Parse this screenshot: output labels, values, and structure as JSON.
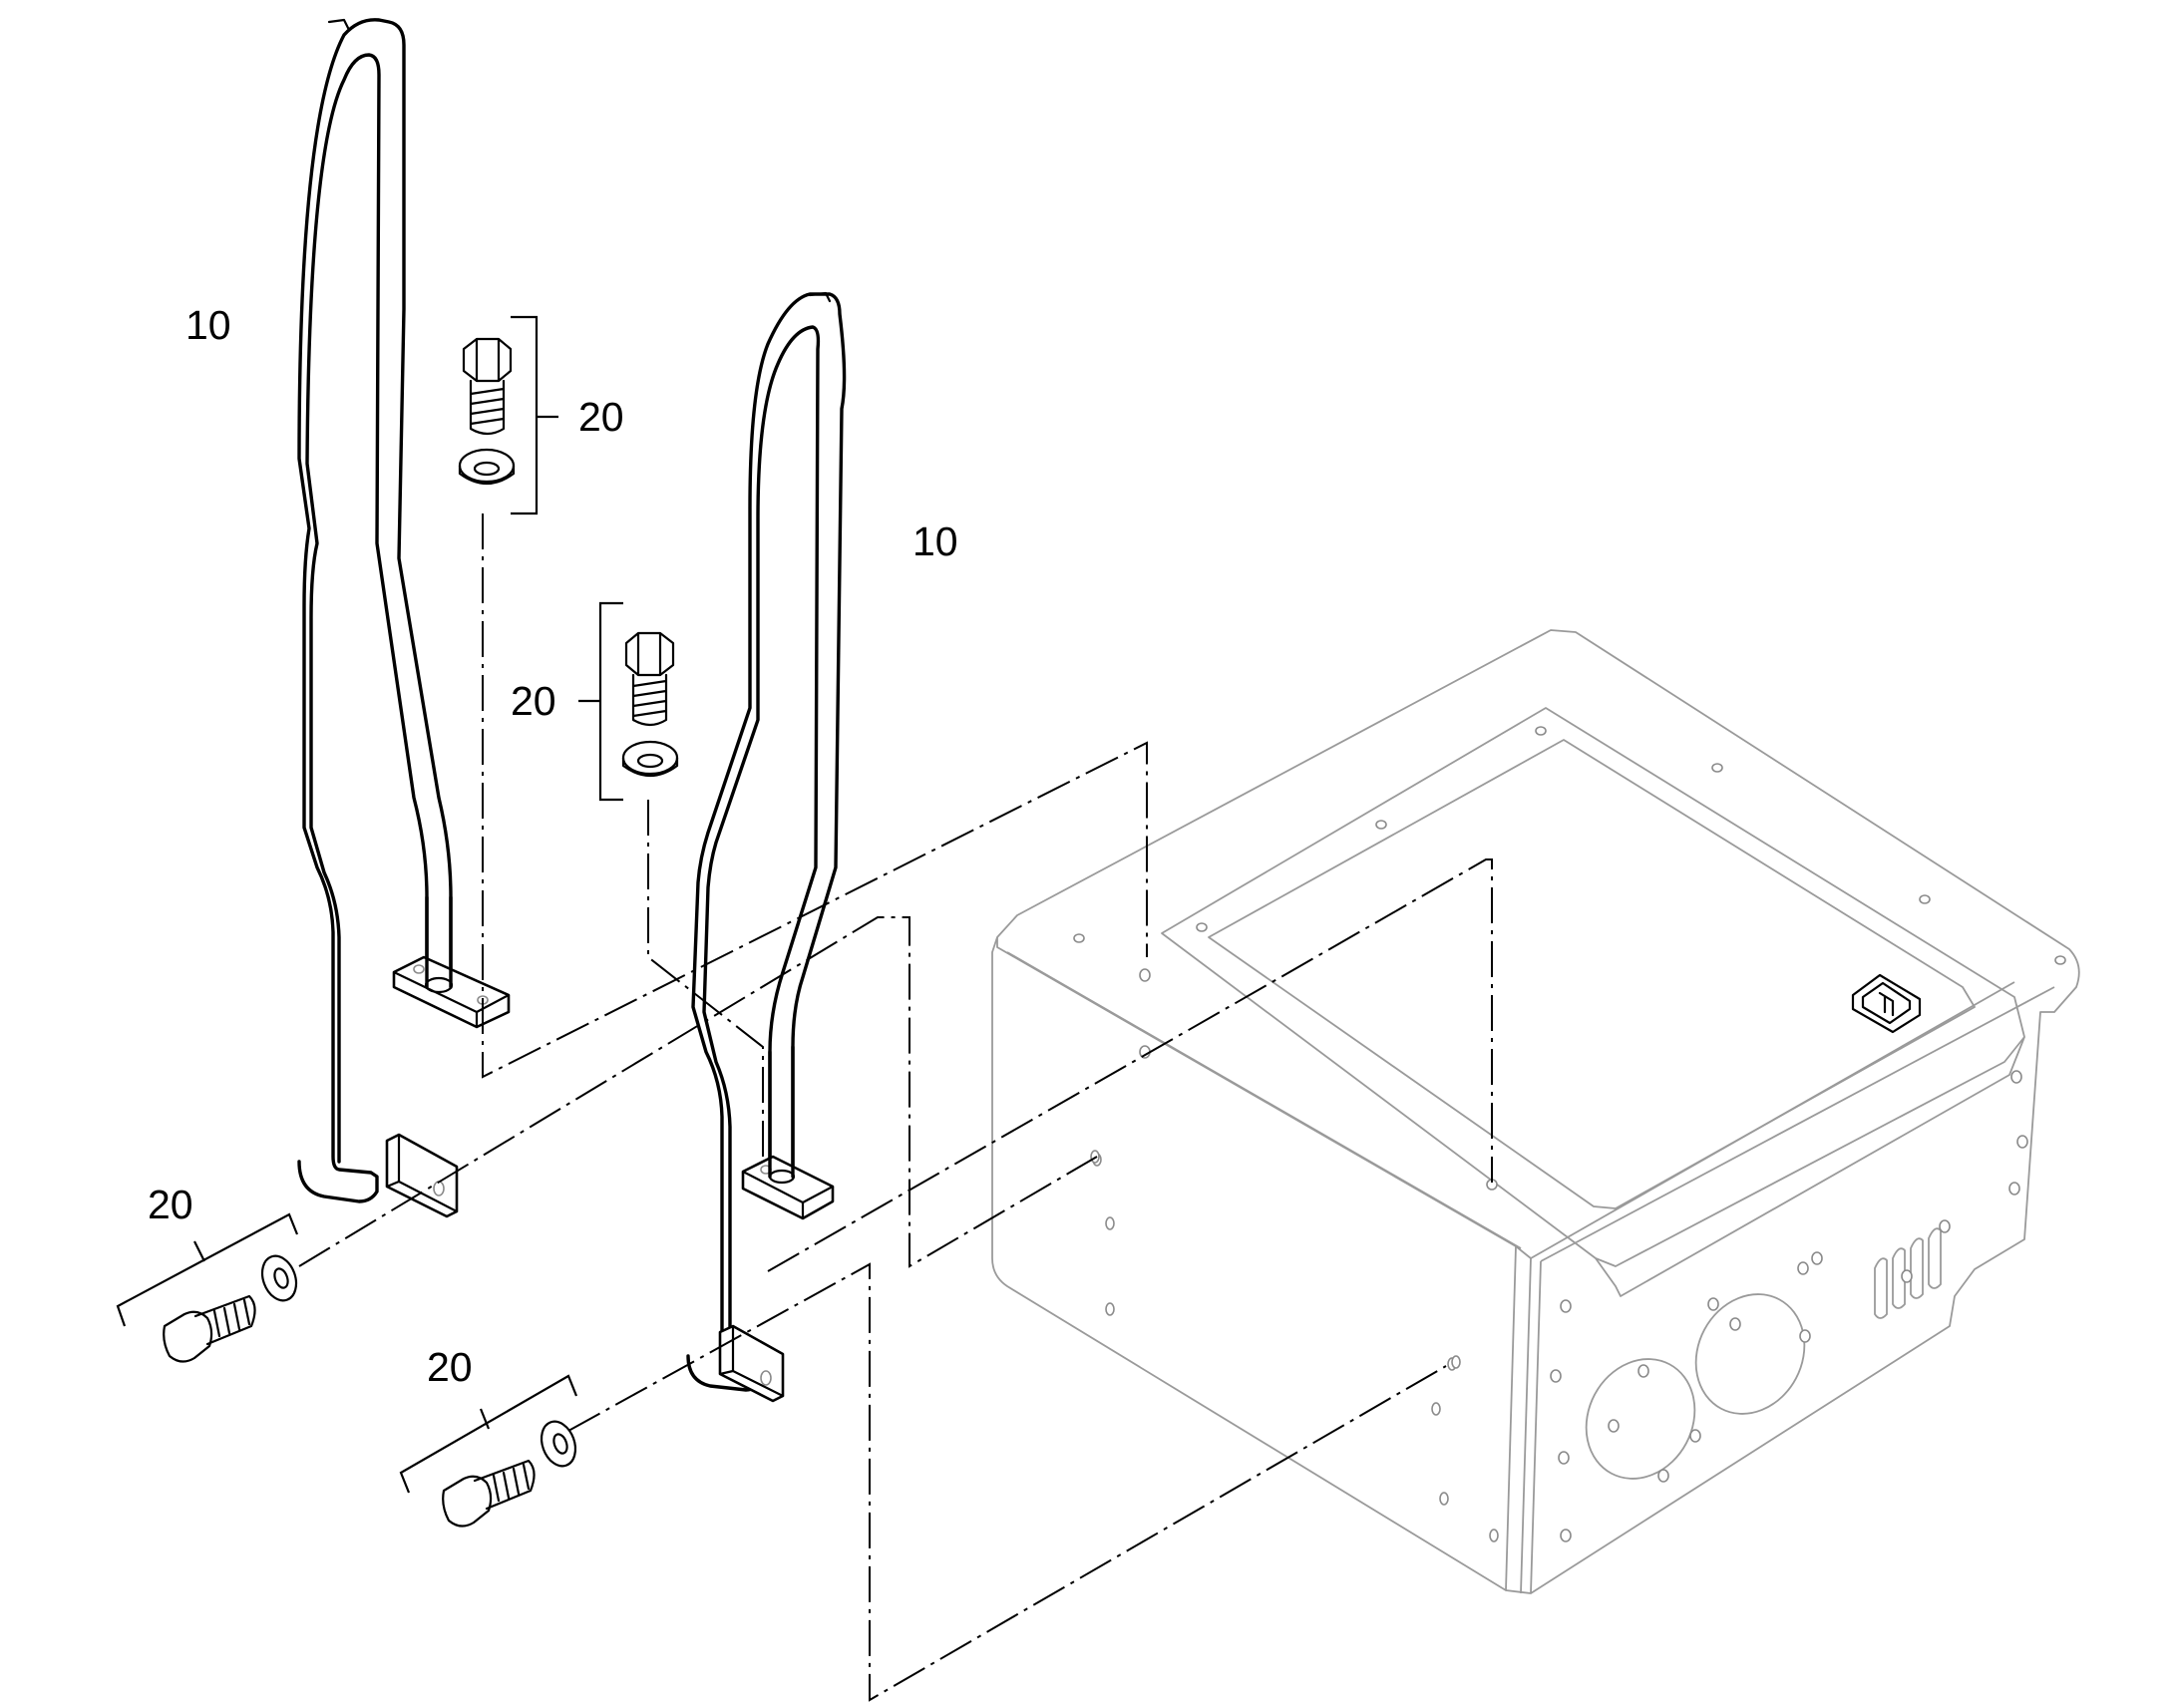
{
  "callouts": {
    "rail_left": "10",
    "rail_right": "10",
    "bolt_set_top": "20",
    "bolt_set_middle": "20",
    "bolt_set_lower_left": "20",
    "bolt_set_bottom": "20"
  },
  "colors": {
    "line": "#000000",
    "housing_line": "#9a9a9a",
    "background": "#ffffff"
  }
}
